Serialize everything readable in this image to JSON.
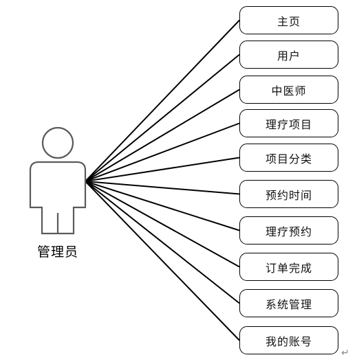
{
  "actor": {
    "label": "管理员",
    "icon": "person-icon"
  },
  "use_cases": [
    {
      "label": "主页"
    },
    {
      "label": "用户"
    },
    {
      "label": "中医师"
    },
    {
      "label": "理疗项目"
    },
    {
      "label": "项目分类"
    },
    {
      "label": "预约时间"
    },
    {
      "label": "理疗预约"
    },
    {
      "label": "订单完成"
    },
    {
      "label": "系统管理"
    },
    {
      "label": "我的账号"
    }
  ],
  "colors": {
    "line": "#000000",
    "figure": "#5a5a5a",
    "background": "#ffffff"
  },
  "paragraph_mark": "↵"
}
